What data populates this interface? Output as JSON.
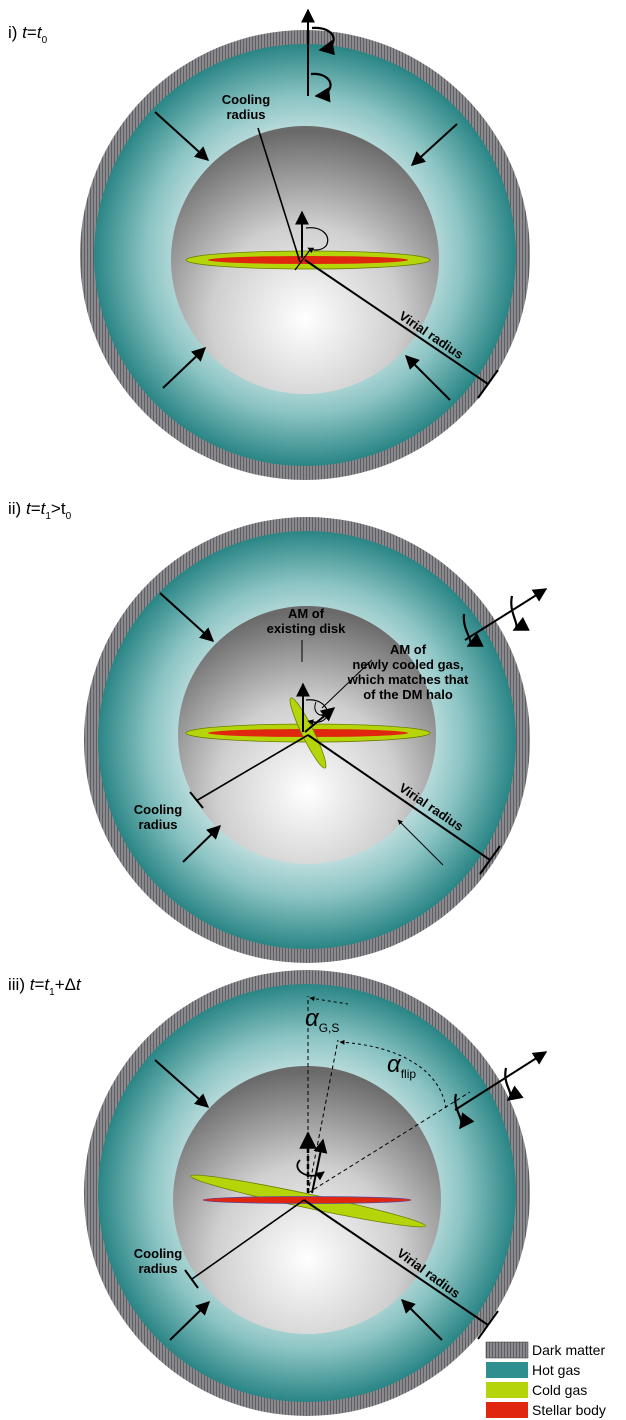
{
  "panels": [
    {
      "label_prefix": "i) ",
      "label_var": "t",
      "label_eq": "=",
      "label_var2": "t",
      "label_sub2": "0",
      "label_rest": "",
      "cooling_label_line1": "Cooling",
      "cooling_label_line2": "radius",
      "virial_label": "Virial radius"
    },
    {
      "label_prefix": "ii) ",
      "label_var": "t",
      "label_eq": "=",
      "label_var2": "t",
      "label_sub2": "1",
      "label_rest": ">t",
      "label_sub3": "0",
      "existing_line1": "AM of",
      "existing_line2": "existing disk",
      "newgas_line1": "AM of",
      "newgas_line2": "newly cooled gas,",
      "newgas_line3": "which matches that",
      "newgas_line4": "of the DM halo",
      "cooling_label_line1": "Cooling",
      "cooling_label_line2": "radius",
      "virial_label": "Virial radius"
    },
    {
      "label_prefix": "iii) ",
      "label_var": "t",
      "label_eq": "=",
      "label_var2": "t",
      "label_sub2": "1",
      "label_rest": "+Δ",
      "label_var3": "t",
      "alpha_gs": "α",
      "alpha_gs_sub": "G,S",
      "alpha_flip": "α",
      "alpha_flip_sub": "flip",
      "cooling_label_line1": "Cooling",
      "cooling_label_line2": "radius",
      "virial_label": "Virial radius"
    }
  ],
  "legend": [
    {
      "label": "Dark matter",
      "color": "#6e6e72"
    },
    {
      "label": "Hot gas",
      "color": "#2f8e8e"
    },
    {
      "label": "Cold gas",
      "color": "#b5d40a"
    },
    {
      "label": "Stellar body",
      "color": "#e0260e"
    }
  ]
}
